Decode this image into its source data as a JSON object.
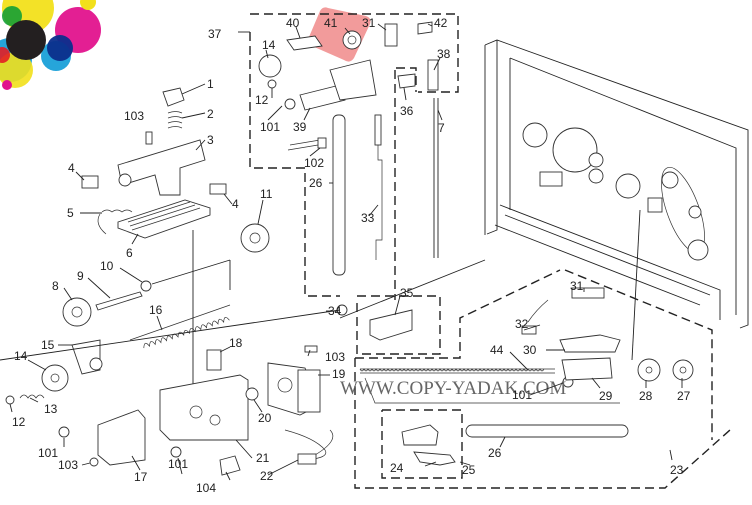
{
  "diagram": {
    "type": "exploded-parts-diagram",
    "watermark": "WWW.COPY-YADAK.COM",
    "highlight_color": "#f08a8a",
    "logo_colors": [
      "#f2e01b",
      "#e1138d",
      "#1aa0d8",
      "#231f20",
      "#0b2e8c",
      "#15a035",
      "#e31e24"
    ],
    "highlighted_part": "41",
    "callouts": {
      "c1": "1",
      "c2": "2",
      "c3": "3",
      "c4a": "4",
      "c4b": "4",
      "c5": "5",
      "c6": "6",
      "c7": "7",
      "c8": "8",
      "c9": "9",
      "c10": "10",
      "c11": "11",
      "c12a": "12",
      "c12b": "12",
      "c13": "13",
      "c14a": "14",
      "c14b": "14",
      "c15": "15",
      "c16": "16",
      "c17": "17",
      "c18": "18",
      "c19": "19",
      "c20": "20",
      "c21": "21",
      "c22": "22",
      "c23": "23",
      "c24": "24",
      "c25": "25",
      "c26a": "26",
      "c26b": "26",
      "c27": "27",
      "c28": "28",
      "c29": "29",
      "c30": "30",
      "c31a": "31",
      "c31b": "31",
      "c32": "32",
      "c33": "33",
      "c34": "34",
      "c35": "35",
      "c36": "36",
      "c37": "37",
      "c38": "38",
      "c39": "39",
      "c40": "40",
      "c41": "41",
      "c42": "42",
      "c44": "44",
      "c101a": "101",
      "c101b": "101",
      "c101c": "101",
      "c101d": "101",
      "c101e": "101",
      "c102": "102",
      "c103a": "103",
      "c103b": "103",
      "c103c": "103",
      "c104": "104"
    }
  }
}
